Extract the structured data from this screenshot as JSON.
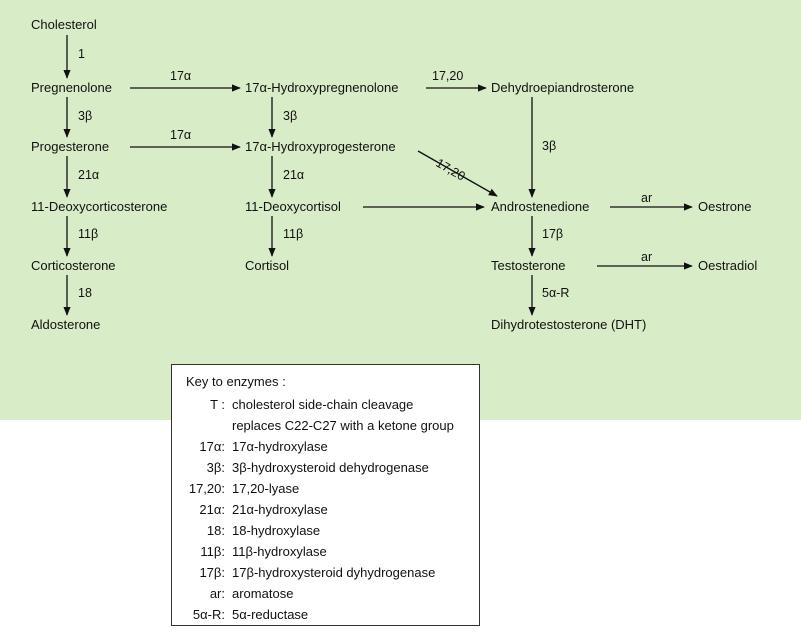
{
  "nodes": {
    "cholesterol": "Cholesterol",
    "pregnenolone": "Pregnenolone",
    "hydroxypregnenolone": "17α-Hydroxypregnenolone",
    "dhea": "Dehydroepiandrosterone",
    "progesterone": "Progesterone",
    "hydroxyprogesterone": "17α-Hydroxyprogesterone",
    "deoxycorticosterone": "11-Deoxycorticosterone",
    "deoxycortisol": "11-Deoxycortisol",
    "androstenedione": "Androstenedione",
    "oestrone": "Oestrone",
    "corticosterone": "Corticosterone",
    "cortisol": "Cortisol",
    "testosterone": "Testosterone",
    "oestradiol": "Oestradiol",
    "aldosterone": "Aldosterone",
    "dht": "Dihydrotestosterone (DHT)"
  },
  "edges": {
    "e1": "1",
    "e17a_1": "17α",
    "e1720_1": "17,20",
    "e3b_1": "3β",
    "e3b_2": "3β",
    "e3b_3": "3β",
    "e17a_2": "17α",
    "e1720_2": "17,20",
    "e21a_1": "21α",
    "e21a_2": "21α",
    "ear_1": "ar",
    "e11b_1": "11β",
    "e11b_2": "11β",
    "e17b": "17β",
    "ear_2": "ar",
    "e18": "18",
    "e5ar": "5α-R"
  },
  "key": {
    "title": "Key to enzymes :",
    "rows": [
      {
        "abbr": "T :",
        "desc": "cholesterol side-chain cleavage"
      },
      {
        "abbr": "",
        "desc": "replaces C22-C27 with a ketone group"
      },
      {
        "abbr": "17α:",
        "desc": "17α-hydroxylase"
      },
      {
        "abbr": "3β:",
        "desc": "3β-hydroxysteroid dehydrogenase"
      },
      {
        "abbr": "17,20:",
        "desc": "17,20-lyase"
      },
      {
        "abbr": "21α:",
        "desc": "21α-hydroxylase"
      },
      {
        "abbr": "18:",
        "desc": "18-hydroxylase"
      },
      {
        "abbr": "11β:",
        "desc": "11β-hydroxylase"
      },
      {
        "abbr": "17β:",
        "desc": "17β-hydroxysteroid dyhydrogenase"
      },
      {
        "abbr": "ar:",
        "desc": "aromatose"
      },
      {
        "abbr": "5α-R:",
        "desc": "5α-reductase"
      }
    ]
  }
}
